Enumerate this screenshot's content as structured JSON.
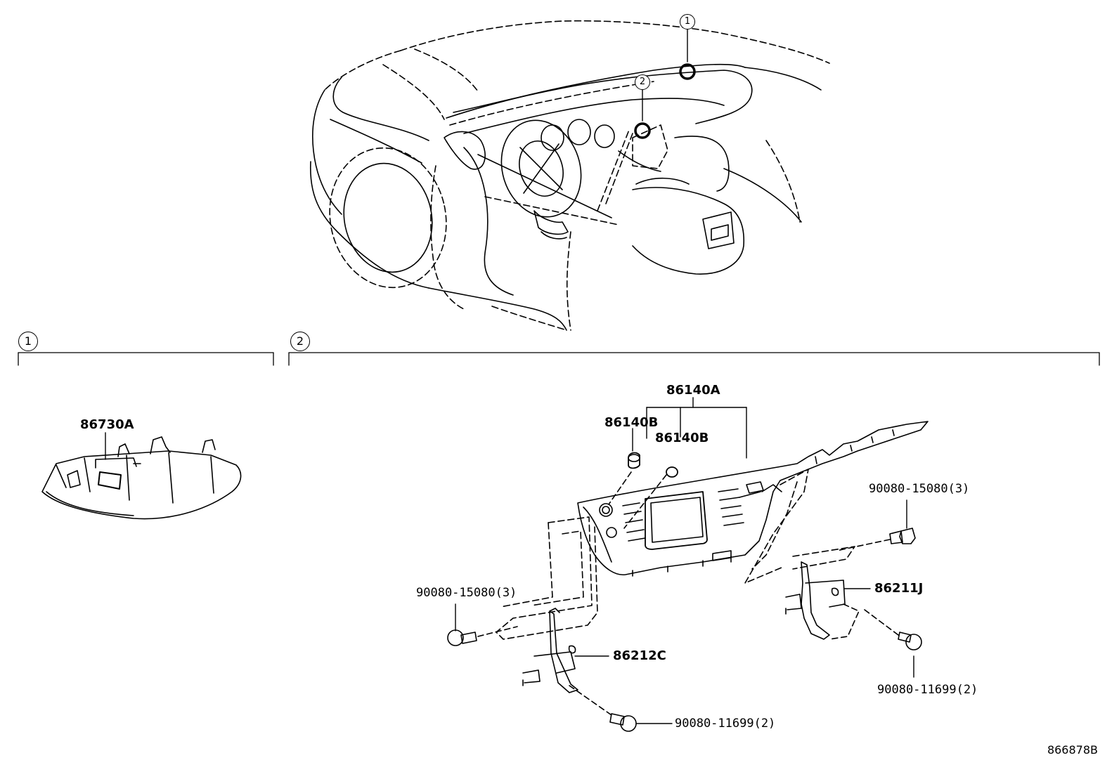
{
  "callouts": {
    "top_1": "1",
    "top_2": "2",
    "section_1": "1",
    "section_2": "2"
  },
  "parts": {
    "p86730A": "86730A",
    "p86140A": "86140A",
    "p86140B_1": "86140B",
    "p86140B_2": "86140B",
    "p90080_15080_right": "90080-15080(3)",
    "p90080_15080_left": "90080-15080(3)",
    "p86211J": "86211J",
    "p86212C": "86212C",
    "p90080_11699_right": "90080-11699(2)",
    "p90080_11699_bottom": "90080-11699(2)"
  },
  "reference_code": "866878B"
}
